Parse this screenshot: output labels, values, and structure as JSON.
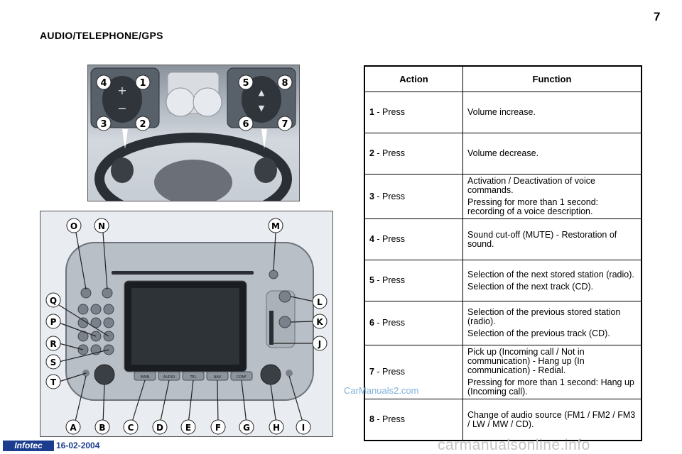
{
  "page_number": "7",
  "section_title": "AUDIO/TELEPHONE/GPS",
  "table": {
    "headers": [
      "Action",
      "Function"
    ],
    "rows": [
      {
        "num": "1",
        "action": " - Press",
        "function": [
          "Volume increase."
        ]
      },
      {
        "num": "2",
        "action": " - Press",
        "function": [
          "Volume decrease."
        ]
      },
      {
        "num": "3",
        "action": " - Press",
        "function": [
          "Activation / Deactivation of voice commands.",
          "Pressing for more than 1 second: recording of a voice description."
        ]
      },
      {
        "num": "4",
        "action": " - Press",
        "function": [
          "Sound cut-off (MUTE) - Restoration of sound."
        ]
      },
      {
        "num": "5",
        "action": " - Press",
        "function": [
          "Selection of the next stored station (radio).",
          "Selection of the next track (CD)."
        ]
      },
      {
        "num": "6",
        "action": " - Press",
        "function": [
          "Selection of the previous stored station (radio).",
          "Selection of the previous track (CD)."
        ]
      },
      {
        "num": "7",
        "action": " - Press",
        "function": [
          "Pick up (Incoming call / Not in communication) - Hang up (In communication) - Redial.",
          "Pressing for more than 1 second: Hang up (Incoming call)."
        ]
      },
      {
        "num": "8",
        "action": " - Press",
        "function": [
          "Change of audio source (FM1 / FM2 / FM3 / LW / MW / CD)."
        ]
      }
    ]
  },
  "steering_labels": [
    "1",
    "2",
    "3",
    "4",
    "5",
    "6",
    "7",
    "8"
  ],
  "radio_labels": {
    "top": [
      "O",
      "N",
      "M"
    ],
    "left": [
      "Q",
      "P",
      "R",
      "S",
      "T"
    ],
    "right": [
      "L",
      "K",
      "J"
    ],
    "bottom": [
      "A",
      "B",
      "C",
      "D",
      "E",
      "F",
      "G",
      "H",
      "I"
    ]
  },
  "radio_button_labels": [
    "MAIN",
    "AUDIO",
    "TEL",
    "NAV",
    "CONF"
  ],
  "footer": {
    "logo": "Infotec",
    "date": "16-02-2004"
  },
  "watermarks": [
    "CarManuals2.com",
    "carmanualsonline.info"
  ],
  "colors": {
    "footer_blue": "#1c3d8f",
    "callout_fill": "#ffffff",
    "callout_stroke": "#222222"
  }
}
